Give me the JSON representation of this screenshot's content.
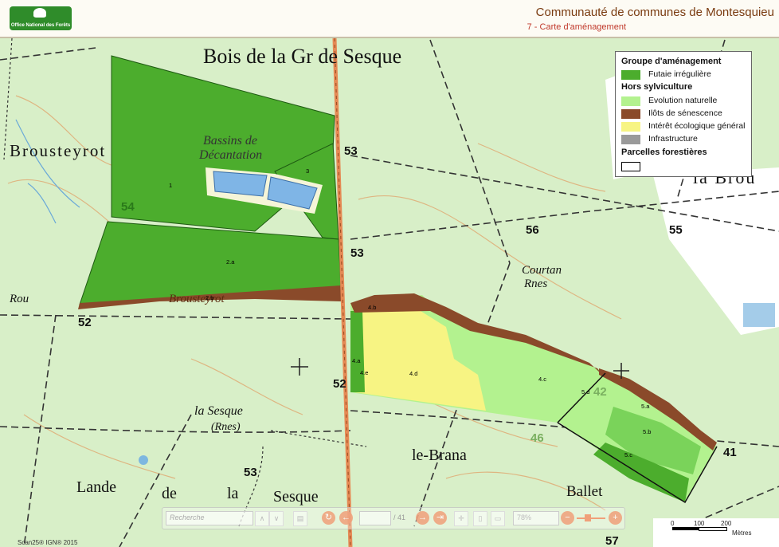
{
  "header": {
    "logo_text": "Office National des Forêts",
    "title": "Communauté de communes de Montesquieu",
    "subtitle": "7 - Carte d'aménagement"
  },
  "legend": {
    "group_title": "Groupe d'aménagement",
    "group_items": [
      {
        "label": "Futaie irrégulière",
        "color": "#4cad2d"
      }
    ],
    "hors_title": "Hors sylviculture",
    "hors_items": [
      {
        "label": "Evolution naturelle",
        "color": "#b3f28f"
      },
      {
        "label": "Ilôts de sénescence",
        "color": "#8a4a2a"
      },
      {
        "label": "Intérêt écologique général",
        "color": "#f7f483"
      },
      {
        "label": "Infrastructure",
        "color": "#9a9a9a"
      }
    ],
    "parcel_title": "Parcelles forestières"
  },
  "map_labels": {
    "bois": "Bois de la Gr de Sesque",
    "brousteyrot": "Brousteyrot",
    "bassins": "Bassins de",
    "decantation": "Décantation",
    "brousteyrot_road": "Brousteyrot",
    "courtan": "Courtan",
    "rnes": "Rnes",
    "la_brou": "la Brou",
    "la_sesque": "la Sesque",
    "rnes2": "(Rnes)",
    "le_brana": "le-Brana",
    "ballet": "Ballet",
    "lande": "Lande",
    "de": "de",
    "la": "la",
    "sesque": "Sesque",
    "rou": "Rou",
    "alt": [
      "53",
      "53",
      "56",
      "55",
      "52",
      "52",
      "53",
      "54",
      "46",
      "41",
      "42",
      "57"
    ]
  },
  "parcels": [
    "1",
    "3",
    "2.a",
    "2.b",
    "4.b",
    "4.a",
    "4.e",
    "4.d",
    "4.c",
    "5.d",
    "5.a",
    "5.b",
    "5.c"
  ],
  "toolbar": {
    "search_placeholder": "Recherche",
    "page_total": "/ 41",
    "zoom_value": "78%"
  },
  "scale": {
    "t0": "0",
    "t100": "100",
    "t200": "200",
    "unit": "Mètres"
  },
  "copyright": "Scan25® IGN® 2015"
}
